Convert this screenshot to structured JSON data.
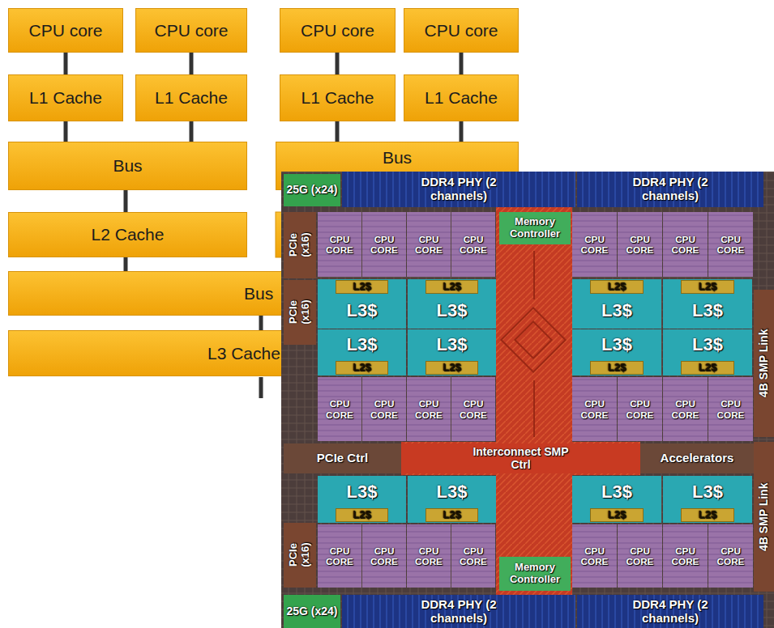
{
  "diagram": {
    "nodes": [
      {
        "text": [
          "CPU core"
        ]
      },
      {
        "text": [
          "CPU core"
        ]
      },
      {
        "text": [
          "CPU core"
        ]
      },
      {
        "text": [
          "CPU core"
        ]
      },
      {
        "text": [
          "L1 Cache"
        ]
      },
      {
        "text": [
          "L1 Cache"
        ]
      },
      {
        "text": [
          "L1 Cache"
        ]
      },
      {
        "text": [
          "L1 Cache"
        ]
      },
      {
        "text": [
          "Bus"
        ]
      },
      {
        "text": [
          "Bus"
        ]
      },
      {
        "text": [
          "L2 Cache"
        ]
      },
      {
        "text": [
          "Bus"
        ]
      },
      {
        "text": [
          "L3 Cache"
        ]
      },
      {
        "text": [
          "25G (x24)"
        ]
      },
      {
        "text": [
          "DDR4 PHY (2 channels)"
        ]
      },
      {
        "text": [
          "DDR4 PHY (2 channels)"
        ]
      },
      {
        "text": [
          "PCIe (x16)"
        ]
      },
      {
        "text": [
          "CPU CORE"
        ]
      },
      {
        "text": [
          "CPU CORE"
        ]
      },
      {
        "text": [
          "CPU CORE"
        ]
      },
      {
        "text": [
          "CPU CORE"
        ]
      },
      {
        "text": [
          "Memory Controller"
        ]
      },
      {
        "text": [
          "CPU CORE"
        ]
      },
      {
        "text": [
          "CPU CORE"
        ]
      },
      {
        "text": [
          "CPU CORE"
        ]
      },
      {
        "text": [
          "CPU CORE"
        ]
      },
      {
        "text": [
          "L2$"
        ]
      },
      {
        "text": [
          "L2$"
        ]
      },
      {
        "text": [
          "L2$"
        ]
      },
      {
        "text": [
          "L2$"
        ]
      },
      {
        "text": [
          "L3$"
        ]
      },
      {
        "text": [
          "L3$"
        ]
      },
      {
        "text": [
          "L3$"
        ]
      },
      {
        "text": [
          "L3$"
        ]
      },
      {
        "text": [
          "PCIe (x16)"
        ]
      },
      {
        "text": [
          "4B SMP Link"
        ]
      },
      {
        "text": [
          "L3$"
        ]
      },
      {
        "text": [
          "L3$"
        ]
      },
      {
        "text": [
          "L3$"
        ]
      },
      {
        "text": [
          "L3$"
        ]
      },
      {
        "text": [
          "L2$"
        ]
      },
      {
        "text": [
          "L2$"
        ]
      },
      {
        "text": [
          "L2$"
        ]
      },
      {
        "text": [
          "L2$"
        ]
      },
      {
        "text": [
          "CPU CORE"
        ]
      },
      {
        "text": [
          "CPU CORE"
        ]
      },
      {
        "text": [
          "CPU CORE"
        ]
      },
      {
        "text": [
          "CPU CORE"
        ]
      },
      {
        "text": [
          "CPU CORE"
        ]
      },
      {
        "text": [
          "CPU CORE"
        ]
      },
      {
        "text": [
          "CPU CORE"
        ]
      },
      {
        "text": [
          "CPU CORE"
        ]
      },
      {
        "text": [
          "PCIe Ctrl"
        ]
      },
      {
        "text": [
          "Interconnect SMP Ctrl"
        ]
      },
      {
        "text": [
          "Accelerators"
        ]
      },
      {
        "text": [
          "4B SMP Link"
        ]
      },
      {
        "text": [
          "L3$"
        ]
      },
      {
        "text": [
          "L3$"
        ]
      },
      {
        "text": [
          "L3$"
        ]
      },
      {
        "text": [
          "L3$"
        ]
      },
      {
        "text": [
          "L2$"
        ]
      },
      {
        "text": [
          "L2$"
        ]
      },
      {
        "text": [
          "L2$"
        ]
      },
      {
        "text": [
          "L2$"
        ]
      },
      {
        "text": [
          "PCIe (x16)"
        ]
      },
      {
        "text": [
          "CPU CORE"
        ]
      },
      {
        "text": [
          "CPU CORE"
        ]
      },
      {
        "text": [
          "CPU CORE"
        ]
      },
      {
        "text": [
          "CPU CORE"
        ]
      },
      {
        "text": [
          "CPU CORE"
        ]
      },
      {
        "text": [
          "CPU CORE"
        ]
      },
      {
        "text": [
          "CPU CORE"
        ]
      },
      {
        "text": [
          "CPU CORE"
        ]
      },
      {
        "text": [
          "Memory Controller"
        ]
      },
      {
        "text": [
          "25G (x24)"
        ]
      },
      {
        "text": [
          "DDR4 PHY (2 channels)"
        ]
      },
      {
        "text": [
          "DDR4 PHY (2 channels)"
        ]
      }
    ],
    "edges": [
      {
        "from": 0,
        "to": 4,
        "arrow": "none"
      },
      {
        "from": 1,
        "to": 5,
        "arrow": "none"
      },
      {
        "from": 2,
        "to": 6,
        "arrow": "none"
      },
      {
        "from": 3,
        "to": 7,
        "arrow": "none"
      },
      {
        "from": 4,
        "to": 8,
        "arrow": "none"
      },
      {
        "from": 5,
        "to": 8,
        "arrow": "none"
      },
      {
        "from": 6,
        "to": 9,
        "arrow": "none"
      },
      {
        "from": 7,
        "to": 9,
        "arrow": "none"
      },
      {
        "from": 8,
        "to": 10,
        "arrow": "none"
      },
      {
        "from": 10,
        "to": 11,
        "arrow": "none"
      },
      {
        "from": 11,
        "to": 12,
        "arrow": "none"
      }
    ]
  }
}
